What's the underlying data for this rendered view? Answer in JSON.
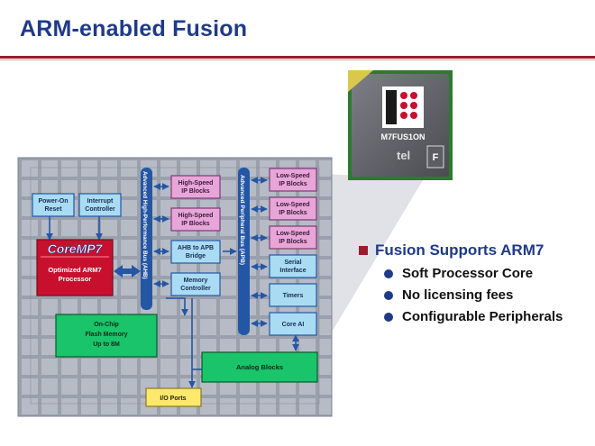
{
  "slide": {
    "title": "ARM-enabled Fusion"
  },
  "chip": {
    "logo_text": "M7FUS1ON",
    "brand_fragment": "tel",
    "badge_letter": "F"
  },
  "diagram": {
    "power_on_reset": [
      "Power-On",
      "Reset"
    ],
    "interrupt_controller": [
      "Interrupt",
      "Controller"
    ],
    "coremp7_logo": "CoreMP7",
    "coremp7_sub": [
      "Optimized ARM7",
      "Processor"
    ],
    "ahb_label": "Advanced High-Performance Bus (AHB)",
    "apb_label": "Advanced Peripheral Bus (APB)",
    "hs_ip_1": [
      "High-Speed",
      "IP Blocks"
    ],
    "hs_ip_2": [
      "High-Speed",
      "IP Blocks"
    ],
    "ahb_apb_bridge": [
      "AHB to APB",
      "Bridge"
    ],
    "memory_controller": [
      "Memory",
      "Controller"
    ],
    "ls_ip_1": [
      "Low-Speed",
      "IP Blocks"
    ],
    "ls_ip_2": [
      "Low-Speed",
      "IP Blocks"
    ],
    "ls_ip_3": [
      "Low-Speed",
      "IP Blocks"
    ],
    "serial_interface": [
      "Serial",
      "Interface"
    ],
    "timers": "Timers",
    "core_ai": "Core AI",
    "flash_memory": [
      "On-Chip",
      "Flash Memory",
      "Up to 8M"
    ],
    "analog_blocks": "Analog Blocks",
    "io_ports": "I/O Ports"
  },
  "bullets": {
    "heading": "Fusion Supports ARM7",
    "items": [
      "Soft Processor Core",
      "No licensing fees",
      "Configurable Peripherals"
    ]
  },
  "colors": {
    "title": "#1f3a8a",
    "rule": "#9b1c2c",
    "light_blue_block": "#a9dcf3",
    "pink_block": "#e8a6d8",
    "green_block": "#19c46a",
    "yellow_block": "#fbe86d",
    "coremp7_red": "#c8102e",
    "bus_blue": "#2456a6"
  }
}
